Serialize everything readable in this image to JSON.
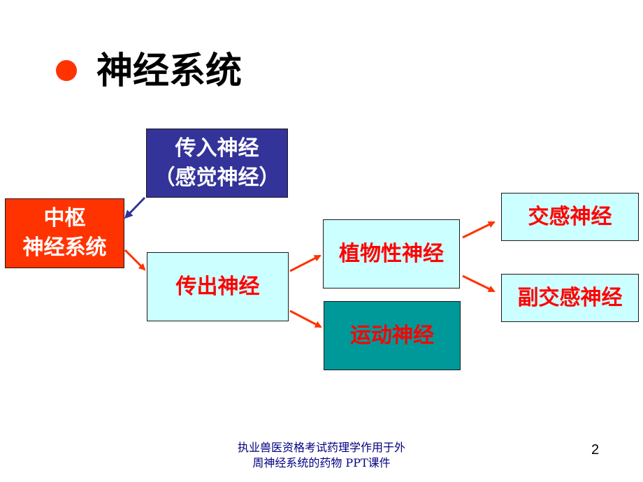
{
  "title": "神经系统",
  "nodes": {
    "afferent": {
      "line1": "传入神经",
      "line2": "（感觉神经）"
    },
    "central": {
      "line1": "中枢",
      "line2": "神经系统"
    },
    "efferent": {
      "label": "传出神经"
    },
    "autonomic": {
      "label": "植物性神经"
    },
    "motor": {
      "label": "运动神经"
    },
    "sympathetic": {
      "label": "交感神经"
    },
    "parasympathetic": {
      "label": "副交感神经"
    }
  },
  "footer": {
    "line1": "执业兽医资格考试药理学作用于外",
    "line2": "周神经系统的药物  PPT课件",
    "page_number": "2"
  },
  "colors": {
    "bullet": "#ff3300",
    "afferent_fill": "#333399",
    "central_fill": "#ff3300",
    "light_fill": "#ccffff",
    "motor_fill": "#009999",
    "node_text_red": "#ff0000",
    "arrow_red": "#ff3300",
    "arrow_blue": "#333399",
    "footer_text": "#000080"
  }
}
